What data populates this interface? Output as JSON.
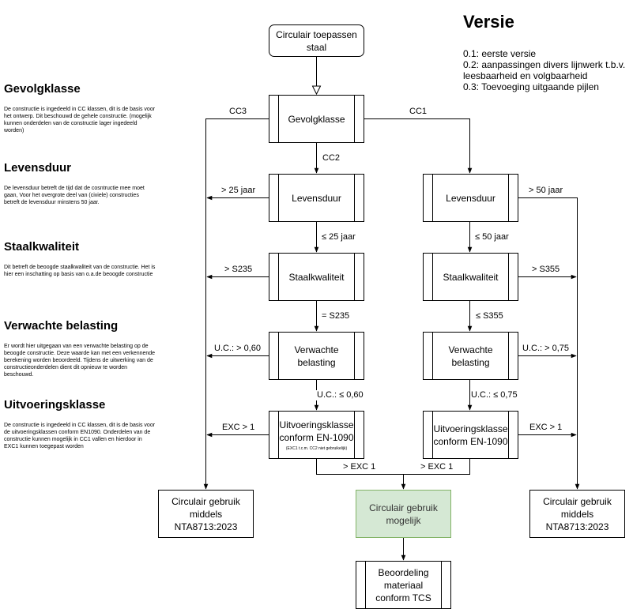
{
  "nodes": {
    "start": "Circulair toepassen\nstaal",
    "gevolgklasse": "Gevolgklasse",
    "levensduur_left": "Levensduur",
    "levensduur_right": "Levensduur",
    "staal_left": "Staalkwaliteit",
    "staal_right": "Staalkwaliteit",
    "belasting_left": "Verwachte\nbelasting",
    "belasting_right": "Verwachte\nbelasting",
    "uitvoering_left": "Uitvoeringsklasse\nconform EN-1090",
    "uitvoering_left_note": "(EXC1 t.c.m. CC2 niet gebruikelijk)",
    "uitvoering_right": "Uitvoeringsklasse\nconform EN-1090",
    "result_left": "Circulair gebruik\nmiddels\nNTA8713:2023",
    "result_center": "Circulair gebruik\nmogelijk",
    "result_right": "Circulair gebruik\nmiddels\nNTA8713:2023",
    "beoordeling": "Beoordeling\nmateriaal\nconform TCS"
  },
  "edges": {
    "cc3": "CC3",
    "cc1": "CC1",
    "cc2": "CC2",
    "gt25": "> 25 jaar",
    "le25": "≤ 25 jaar",
    "le50": "≤ 50 jaar",
    "gt50": "> 50 jaar",
    "gtS235": "> S235",
    "eqS235": "= S235",
    "leS355": "≤  S355",
    "gtS355": "> S355",
    "uc_gt060": "U.C.: > 0,60",
    "uc_le060": "U.C.: ≤ 0,60",
    "uc_le075": "U.C.: ≤ 0,75",
    "uc_gt075": "U.C.: > 0,75",
    "exc_gt1_left": "EXC > 1",
    "exc_gt1_right": "EXC > 1",
    "exc1_left": "> EXC 1",
    "exc1_right": "> EXC 1"
  },
  "sidebar": [
    {
      "title": "Gevolgklasse",
      "desc": "De constructie is ingedeeld in CC klassen, dit is de basis voor het ontwerp. Dit beschouwd de gehele constructie. (mogelijk kunnen onderdelen van de constructie lager ingedeeld worden)"
    },
    {
      "title": "Levensduur",
      "desc": "De levensduur betreft de tijd dat de cosntructie mee moet gaan, Voor het overgrote deel van (civiele) constructies betreft de levensduur minstens 50 jaar."
    },
    {
      "title": "Staalkwaliteit",
      "desc": "Dit betreft de beoogde staalkwaliteit van de constructie. Het is hier een inschatting op basis van o.a.de beoogde constructie"
    },
    {
      "title": "Verwachte belasting",
      "desc": "Er wordt hier uitgegaan van een verwachte belasting op de beoogde constructie. Deze waarde kan met een verkennende berekening worden beoordeeld. Tijdens de uitwerking van de constructieonderdelen dient dit opnieuw te worden beschouwd."
    },
    {
      "title": "Uitvoeringsklasse",
      "desc": "De constructie is ingedeeld in CC klassen, dit is de basis voor de uitvoeringsklassen conform EN1090. Onderdelen van de constructie kunnen mogelijk in CC1 vallen en hierdoor in EXC1 kunnen toegepast worden"
    }
  ],
  "versie": {
    "title": "Versie",
    "lines": [
      "0.1: eerste versie",
      "0.2: aanpassingen divers lijnwerk t.b.v.",
      "leesbaarheid en volgbaarheid",
      "0.3: Toevoeging uitgaande pijlen"
    ]
  }
}
